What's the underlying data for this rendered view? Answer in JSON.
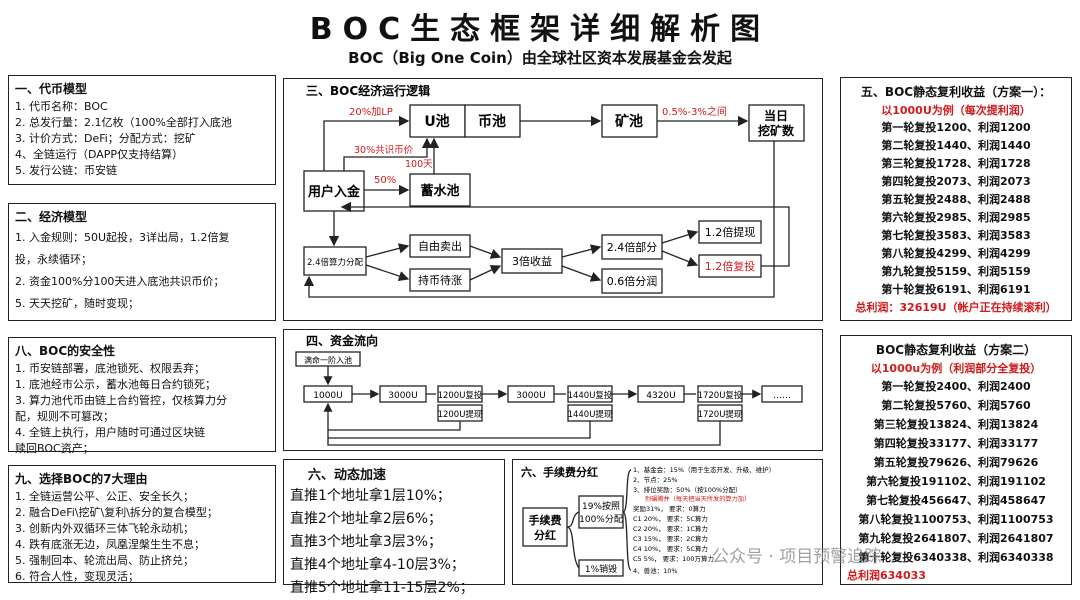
{
  "title": "BOC生态框架详细解析图",
  "subtitle": "BOC（Big One Coin）由全球社区资本发展基金会发起",
  "token_model": {
    "title": "一、代币模型",
    "lines": [
      "1. 代币名称：BOC",
      "2. 总发行量：2.1亿枚（100%全部打入底池",
      "3. 计价方式：DeFi；分配方式：挖矿",
      "4、全链运行（DAPP仅支持结算）",
      "5. 发行公链：币安链"
    ]
  },
  "econ_model": {
    "title": "二、经济模型",
    "lines": [
      "1. 入金规则：50U起投，3详出局，1.2倍复",
      "   投，永续循环；",
      "2. 资金100%分100天进入底池共识币价；",
      "5. 天天挖矿，随时变现；"
    ]
  },
  "security": {
    "title": "八、BOC的安全性",
    "lines": [
      "1. 币安链部署，底池锁死、权限丢弃；",
      "1. 底池经市公示，蓄水池每日合约锁死；",
      "3. 算力池代币由链上合约管控，仅核算力分",
      "   配，规则不可篡改；",
      "4. 全链上执行，用户随时可通过区块链",
      "   赎回BOC资产；"
    ]
  },
  "reasons": {
    "title": "九、选择BOC的7大理由",
    "lines": [
      "1. 全链运营公平、公正、安全长久；",
      "2. 融合DeFi\\挖矿\\复利\\拆分的复合模型；",
      "3. 创新内外双循环三体飞轮永动机；",
      "4. 跌有底涨无边，凤凰涅槃生生不息；",
      "5. 强制回本、轮流出局、防止挤兑；",
      "6. 符合人性，变现灵活；"
    ]
  },
  "logic": {
    "title": "三、BOC经济运行逻辑",
    "nodes": {
      "u_pool": "U池",
      "coin_pool": "币池",
      "mine_pool": "矿池",
      "daily": [
        "当日",
        "挖矿数"
      ],
      "user": "用户入金",
      "reservoir": "蓄水池",
      "hashpool": "2.4倍算力分配",
      "free_sell": "自由卖出",
      "hold": "持币待涨",
      "triple": "3倍收益",
      "part24": "2.4倍部分",
      "part06": "0.6倍分润",
      "withdraw12": "1.2倍提现",
      "reinvest12": "1.2倍复投"
    },
    "labels": {
      "lp20": "20%加LP",
      "consensus30": "30%共识币价",
      "days100": "100天",
      "pct50": "50%",
      "range": "0.5%-3%之间"
    }
  },
  "flow": {
    "title": "四、资金流向",
    "start": "满命一阶入池",
    "amounts": [
      "1000U",
      "3000U",
      "1200U复投",
      "1200U提现",
      "3000U",
      "1440U复投",
      "1440U提现",
      "4320U",
      "1720U复投",
      "1720U提现",
      "……"
    ]
  },
  "speedup": {
    "title": "六、动态加速",
    "lines": [
      "直推1个地址拿1层10%；",
      "直推2个地址拿2层6%；",
      "直推3个地址拿3层3%；",
      "直推4个地址拿4-10层3%；",
      "直推5个地址拿11-15层2%；"
    ]
  },
  "fee": {
    "title": "六、手续费分红",
    "left": [
      "手续费",
      "分红"
    ],
    "mid": [
      "19%按照",
      "100%分配"
    ],
    "destroy": "1%销毁",
    "notes": [
      "1、基金会：15%（用于生态开发、升级、维护）",
      "2、节点：25%",
      "3、排位奖励：50%（按100%分配）",
      "   奖励31%，   要求：0算力",
      "   C1 20%，  要求：5C算力",
      "   C2 20%，  要求：1C算力",
      "   C3 15%，  要求：2C算力",
      "   C4 10%，  要求：5C算力",
      "   C5  5%，  要求：100万算力",
      "4、兽池：10%"
    ],
    "notes_red": "烈碾腾并（每天把当天所发的算力加）"
  },
  "plan1": {
    "title": "五、BOC静态复利收益（方案一）：",
    "example": "以1000U为例（每次提利润）",
    "rows": [
      "第一轮复投1200、利润1200",
      "第二轮复投1440、利润1440",
      "第三轮复投1728、利润1728",
      "第四轮复投2073、利润2073",
      "第五轮复投2488、利润2488",
      "第六轮复投2985、利润2985",
      "第七轮复投3583、利润3583",
      "第八轮复投4299、利润4299",
      "第九轮复投5159、利润5159",
      "第十轮复投6191、利润6191"
    ],
    "total": "总利润：32619U（帐户正在持续滚利）"
  },
  "plan2": {
    "title": "BOC静态复利收益（方案二）",
    "example": "以1000u为例（利润部分全复投）",
    "rows": [
      "第一轮复投2400、利润2400",
      "第二轮复投5760、利润5760",
      "第三轮复投13824、利润13824",
      "第四轮复投33177、利润33177",
      "第五轮复投79626、利润79626",
      "第六轮复投191102、利润191102",
      "第七轮复投456647、利润458647",
      "第八轮复投1100753、利润1100753",
      "第九轮复投2641807、利润2641807",
      "第十轮复投6340338、利润6340338"
    ],
    "total": "总利润634033"
  },
  "watermark": "公众号 · 项目预警追踪"
}
